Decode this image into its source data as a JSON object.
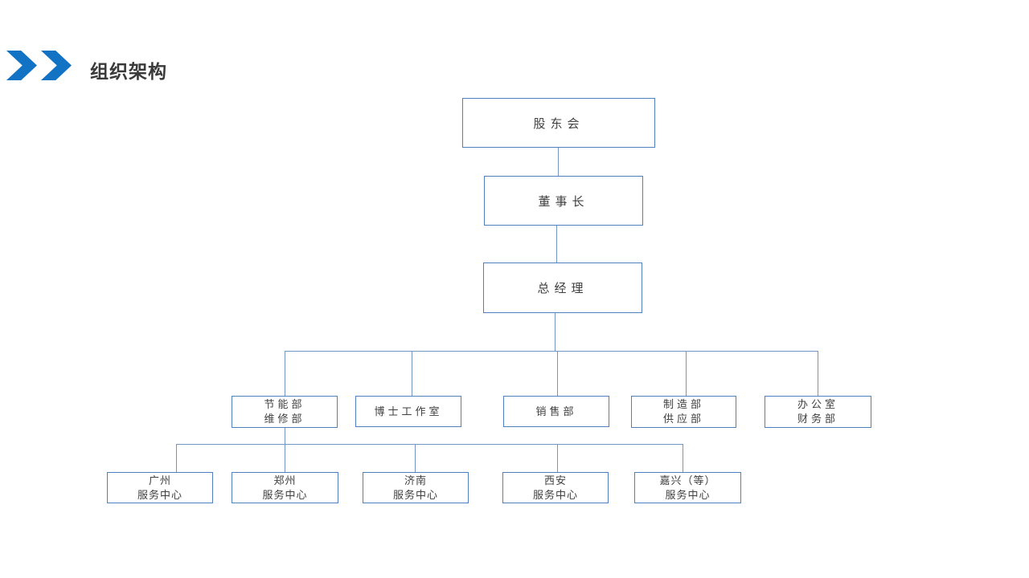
{
  "slide": {
    "title": "组织架构",
    "accent_color": "#1273C4",
    "box_border_color": "#4E81BD",
    "connector_color": "#7396C4",
    "title_color": "#3A3A3A",
    "text_color": "#404040"
  },
  "org": {
    "nodes": [
      {
        "id": "shareholders",
        "lines": [
          "股东会"
        ]
      },
      {
        "id": "chairman",
        "lines": [
          "董事长"
        ]
      },
      {
        "id": "general-manager",
        "lines": [
          "总经理"
        ]
      },
      {
        "id": "energy-maintenance",
        "lines": [
          "节能部",
          "维修部"
        ]
      },
      {
        "id": "doctor-studio",
        "lines": [
          "博士工作室"
        ]
      },
      {
        "id": "sales",
        "lines": [
          "销售部"
        ]
      },
      {
        "id": "manufacturing-supply",
        "lines": [
          "制造部",
          "供应部"
        ]
      },
      {
        "id": "office-finance",
        "lines": [
          "办公室",
          "财务部"
        ]
      },
      {
        "id": "guangzhou-center",
        "lines": [
          "广州",
          "服务中心"
        ]
      },
      {
        "id": "zhengzhou-center",
        "lines": [
          "郑州",
          "服务中心"
        ]
      },
      {
        "id": "jinan-center",
        "lines": [
          "济南",
          "服务中心"
        ]
      },
      {
        "id": "xian-center",
        "lines": [
          "西安",
          "服务中心"
        ]
      },
      {
        "id": "jiaxing-center",
        "lines": [
          "嘉兴（等）",
          "服务中心"
        ]
      }
    ]
  }
}
